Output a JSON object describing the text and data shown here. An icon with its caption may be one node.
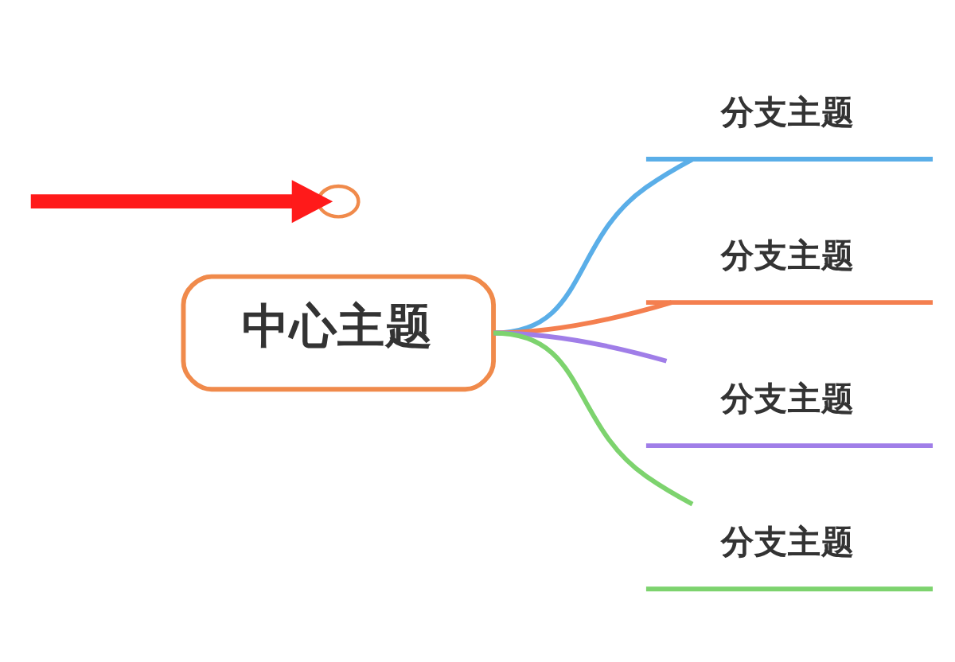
{
  "diagram": {
    "nodes": [
      {
        "text": [
          "中心主题"
        ]
      },
      {
        "text": [
          "分支主题"
        ]
      },
      {
        "text": [
          "分支主题"
        ]
      },
      {
        "text": [
          "分支主题"
        ]
      },
      {
        "text": [
          "分支主题"
        ]
      },
      {
        "text": [],
        "shape": "bubble"
      }
    ],
    "edges": [
      {
        "from": 0,
        "to": 1,
        "arrow": "none",
        "color": "#5aaee8"
      },
      {
        "from": 0,
        "to": 2,
        "arrow": "none",
        "color": "#f47f4f"
      },
      {
        "from": 0,
        "to": 3,
        "arrow": "none",
        "color": "#a07ee8"
      },
      {
        "from": 0,
        "to": 4,
        "arrow": "none",
        "color": "#7dd36e"
      },
      {
        "from": null,
        "to": 5,
        "arrow": "to",
        "style": "thick",
        "color": "#ff1a1a"
      }
    ]
  }
}
